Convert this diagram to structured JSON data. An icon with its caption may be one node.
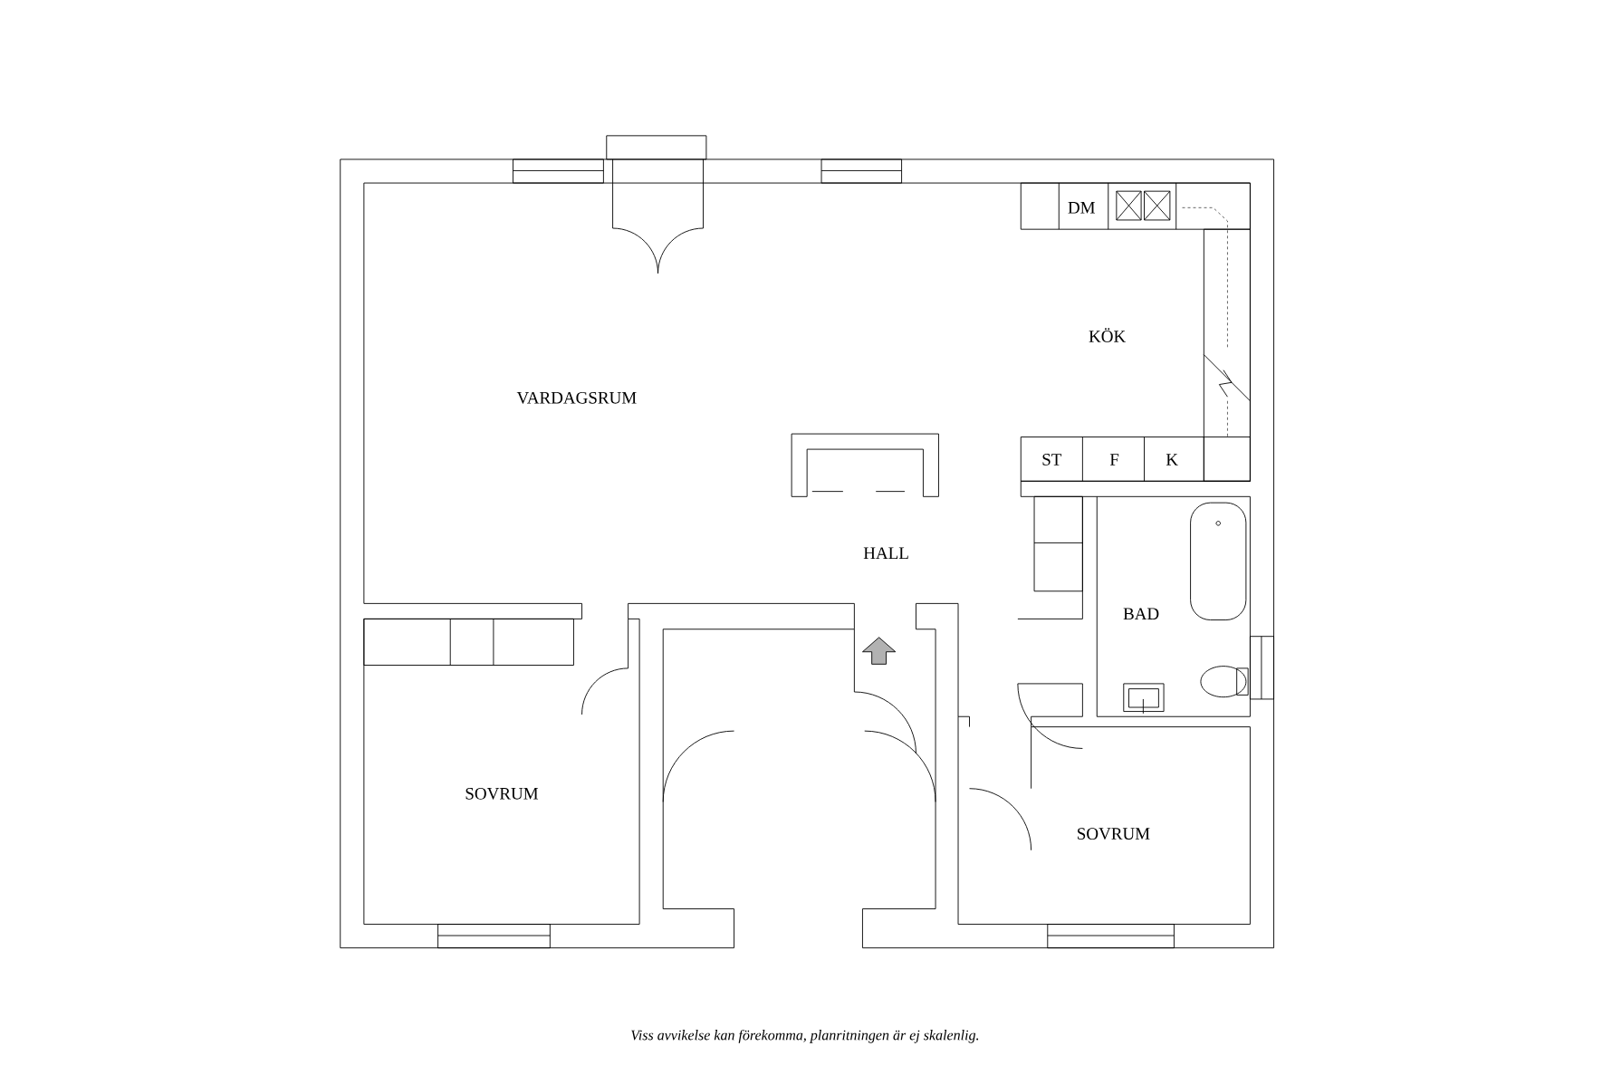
{
  "diagram": {
    "caption": "Viss avvikelse kan förekomma, planritningen är ej skalenlig.",
    "labels": [
      "DM",
      "KÖK",
      "VARDAGSRUM",
      "ST",
      "F",
      "K",
      "HALL",
      "BAD",
      "SOVRUM",
      "SOVRUM"
    ]
  }
}
